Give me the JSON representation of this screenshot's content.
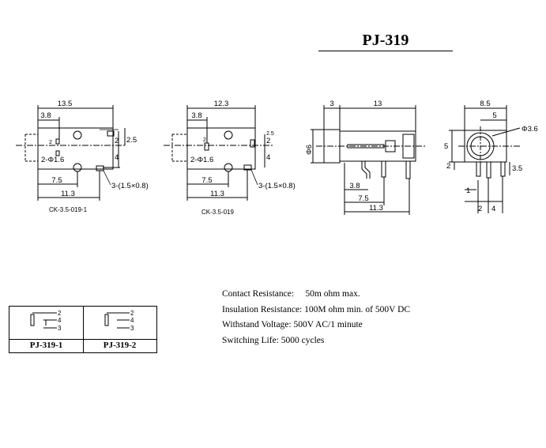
{
  "title": "PJ-319",
  "drawing1": {
    "dims": [
      "13.5",
      "3.8",
      "7.5",
      "11.3",
      "2",
      "2.5",
      "4",
      "2",
      "2-Φ1.6"
    ],
    "pin_note": "3-(1.5×0.8)",
    "code": "CK-3.5-019-1"
  },
  "drawing2": {
    "dims": [
      "12.3",
      "3.8",
      "7.5",
      "11.3",
      "2",
      "2.5",
      "4",
      "2",
      "2-Φ1.6"
    ],
    "pin_note": "3-(1.5×0.8)",
    "code": "CK-3.5-019"
  },
  "side_view": {
    "dims": [
      "3",
      "13",
      "Φ6",
      "3.8",
      "7.5",
      "11.3"
    ]
  },
  "front_view": {
    "dims": [
      "8.5",
      "5",
      "Φ3.6",
      "5",
      "2",
      "3.5",
      "1",
      "2",
      "4"
    ]
  },
  "specs": [
    "Contact Resistance:     50m ohm max.",
    "Insulation Resistance: 100M ohm min. of 500V DC",
    "Withstand Voltage: 500V AC/1 minute",
    "Switching Life: 5000 cycles"
  ],
  "schematic_table": {
    "labels": [
      "PJ-319-1",
      "PJ-319-2"
    ],
    "pins": [
      "2",
      "4",
      "3"
    ]
  }
}
